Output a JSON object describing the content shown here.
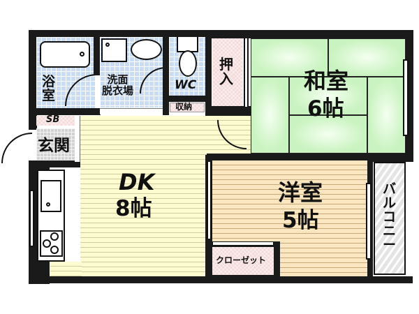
{
  "floorplan": {
    "rooms": {
      "bath": {
        "label": "浴\n室"
      },
      "washroom": {
        "label": "洗面\n脱衣場"
      },
      "toilet": {
        "label": "WC"
      },
      "storage": {
        "label": "収納"
      },
      "oshiire": {
        "label": "押\n入"
      },
      "washitsu": {
        "name": "和室",
        "size": "6帖"
      },
      "shoebox": {
        "label": "SB"
      },
      "entrance": {
        "label": "玄関"
      },
      "dk": {
        "name": "DK",
        "size": "8帖"
      },
      "yoshitsu": {
        "name": "洋室",
        "size": "5帖"
      },
      "closet": {
        "label": "クローゼット"
      },
      "balcony": {
        "label": "バ\nル\nコ\nニ\nー"
      }
    },
    "colors": {
      "wall": "#1a1a1a",
      "wet_area_tile": "#c9dcf2",
      "storage_pink": "#f4dada",
      "tatami_green": "#c9f3c0",
      "dk_floor": "#fdfbd0",
      "western_floor": "#fbe6c2",
      "balcony_gray": "#e4e4e4"
    }
  }
}
